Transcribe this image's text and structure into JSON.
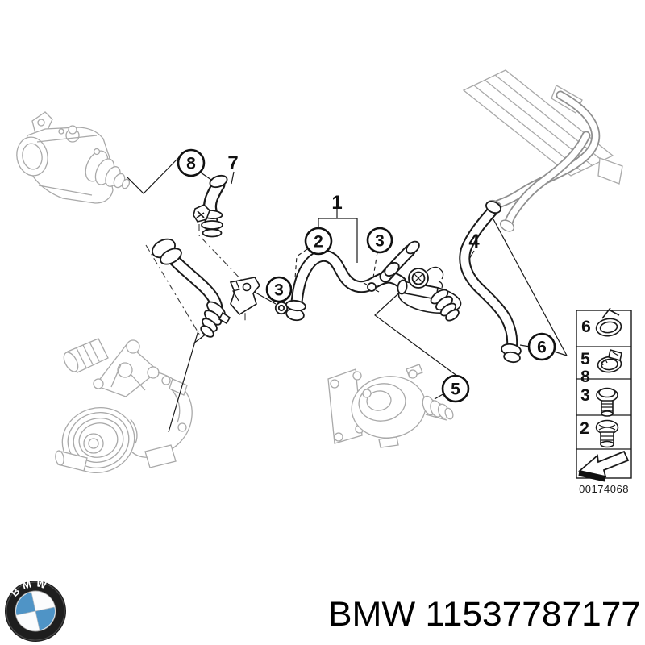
{
  "diagram": {
    "callouts": {
      "c8": "8",
      "c2": "2",
      "c3_left": "3",
      "c3_right": "3",
      "c5": "5",
      "c6": "6"
    },
    "labels": {
      "l1": "1",
      "l7": "7",
      "l4": "4"
    },
    "legend": {
      "rows": [
        {
          "ref": "6",
          "icon": "spring-band-clamp-icon"
        },
        {
          "ref": "5",
          "ref2": "8",
          "icon": "worm-drive-clamp-icon"
        },
        {
          "ref": "3",
          "icon": "hex-flange-bolt-icon"
        },
        {
          "ref": "2",
          "icon": "screw-plug-icon"
        },
        {
          "icon": "direction-arrow-icon"
        }
      ],
      "image_number": "00174068"
    }
  },
  "footer": {
    "logo_letters": "BMW",
    "part_text": "BMW 11537787177"
  },
  "colors": {
    "line": "#1a1a1a",
    "light_part": "#a9a9a9",
    "pipe_gray": "#8f8f8f",
    "bmw_blue": "#4f94c6",
    "background": "#ffffff"
  }
}
